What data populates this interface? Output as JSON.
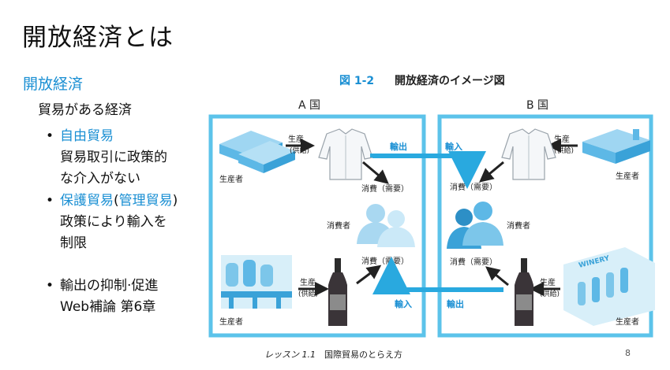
{
  "title": "開放経済とは",
  "left": {
    "heading": "開放経済",
    "definition": "貿易がある経済",
    "bullets": [
      {
        "bullet": "•",
        "label": "自由貿易",
        "lines": [
          "貿易取引に政策的",
          "な介入がない"
        ]
      },
      {
        "bullet": "•",
        "label": "保護貿易",
        "paren_open": "(",
        "paren_label": "管理貿易",
        "paren_close": ")",
        "lines": [
          "政策により輸入を",
          "制限"
        ]
      },
      {
        "bullet": "•",
        "label": "輸出の抑制·促進",
        "lines": [
          "Web補論 第6章"
        ]
      }
    ]
  },
  "figure": {
    "caption_num": "図 1-2",
    "caption_title": "開放経済のイメージ図",
    "country_a": "A 国",
    "country_b": "B 国",
    "producer": "生産者",
    "production": "生産",
    "supply": "(供給)",
    "consumption": "消費（需要）",
    "consumer": "消費者",
    "export": "輸出",
    "import": "輸入",
    "winery": "WINERY"
  },
  "footer": {
    "lesson": "レッスン 1.1",
    "text": "国際貿易のとらえ方",
    "page": "8"
  },
  "colors": {
    "accent": "#1a8fd3",
    "frame": "#5cc3ea",
    "arrow": "#29a9df"
  }
}
